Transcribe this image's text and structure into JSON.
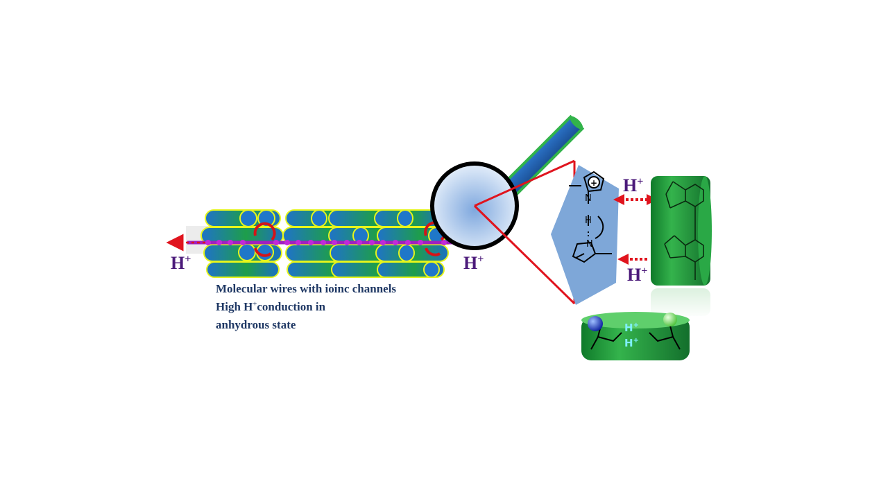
{
  "labels": {
    "proton_symbol": "H",
    "proton_charge": "+"
  },
  "caption": {
    "line1": "Molecular wires with ioinc channels",
    "line2_prefix": "High H",
    "line2_sup": "+",
    "line2_suffix": "conduction in",
    "line3": "anhydrous state"
  },
  "molecule": {
    "n_top": "N",
    "n_bottom": "N",
    "h_bridge": "H",
    "plus": "+"
  },
  "colors": {
    "rod_blue": "#1f73c8",
    "rod_green": "#1e9e4a",
    "rod_outline": "#e6f51c",
    "wire_purple": "#a020c0",
    "arrow_red": "#e0141e",
    "lens_fill": "#c9ddf3",
    "pentagon_fill": "#7ea7d8",
    "host_green": "#1e9e3c",
    "label_purple": "#4b1a7a",
    "caption_navy": "#1f3864"
  }
}
